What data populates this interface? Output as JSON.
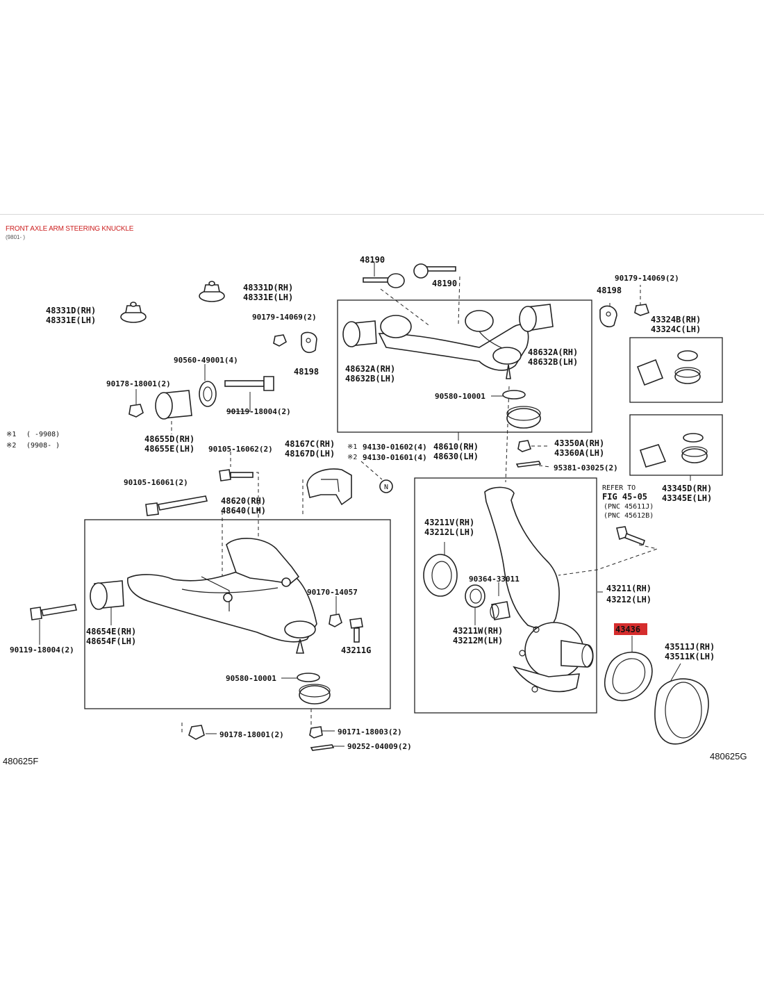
{
  "header": {
    "title": "FRONT AXLE ARM STEERING KNUCKLE",
    "subtitle": "(9801-  )"
  },
  "figure_codes": {
    "left": "480625F",
    "right": "480625G"
  },
  "notes": {
    "n1_mark": "※1",
    "n1_range": "(        -9908)",
    "n2_mark": "※2",
    "n2_range": "(9908-        )",
    "refer_line1": "REFER  TO",
    "refer_line2": "FIG  45-05",
    "refer_line3": "(PNC  45611J)",
    "refer_line4": "(PNC  45612B)",
    "circle_n": "N"
  },
  "labels": {
    "p48190a": "48190",
    "p48190b": "48190",
    "p48331d_top": "48331D(RH)",
    "p48331e_top": "48331E(LH)",
    "p48331d_left": "48331D(RH)",
    "p48331e_left": "48331E(LH)",
    "p90179_mid": "90179-14069(2)",
    "p90179_right": "90179-14069(2)",
    "p48198_mid": "48198",
    "p48198_right": "48198",
    "p48632a_right": "48632A(RH)",
    "p48632b_right": "48632B(LH)",
    "p48632a_left": "48632A(RH)",
    "p48632b_left": "48632B(LH)",
    "p43324b": "43324B(RH)",
    "p43324c": "43324C(LH)",
    "p90560": "90560-49001(4)",
    "p90178_top": "90178-18001(2)",
    "p90119_top": "90119-18004(2)",
    "p90580_top": "90580-10001",
    "p48655d": "48655D(RH)",
    "p48655e": "48655E(LH)",
    "p90105_62": "90105-16062(2)",
    "p48167c": "48167C(RH)",
    "p48167d": "48167D(LH)",
    "p94130_1": "94130-01602(4)",
    "p94130_2": "94130-01601(4)",
    "p48610": "48610(RH)",
    "p48630": "48630(LH)",
    "p43350a": "43350A(RH)",
    "p43360a": "43360A(LH)",
    "p95381": "95381-03025(2)",
    "p43345d": "43345D(RH)",
    "p43345e": "43345E(LH)",
    "p90105_61": "90105-16061(2)",
    "p48620": "48620(RH)",
    "p48640": "48640(LH)",
    "p43211v": "43211V(RH)",
    "p43212l": "43212L(LH)",
    "p90364": "90364-33011",
    "p43211": "43211(RH)",
    "p43212": "43212(LH)",
    "p90170": "90170-14057",
    "p48654e": "48654E(RH)",
    "p48654f": "48654F(LH)",
    "p43211g": "43211G",
    "p43211w": "43211W(RH)",
    "p43212m": "43212M(LH)",
    "p43436": "43436",
    "p43511j": "43511J(RH)",
    "p43511k": "43511K(LH)",
    "p90119_bottom": "90119-18004(2)",
    "p90580_bottom": "90580-10001",
    "p90178_bottom": "90178-18001(2)",
    "p90171": "90171-18003(2)",
    "p90252": "90252-04009(2)"
  },
  "colors": {
    "title": "#cc1f1f",
    "highlight": "#d52d2d",
    "ink": "#222222"
  }
}
